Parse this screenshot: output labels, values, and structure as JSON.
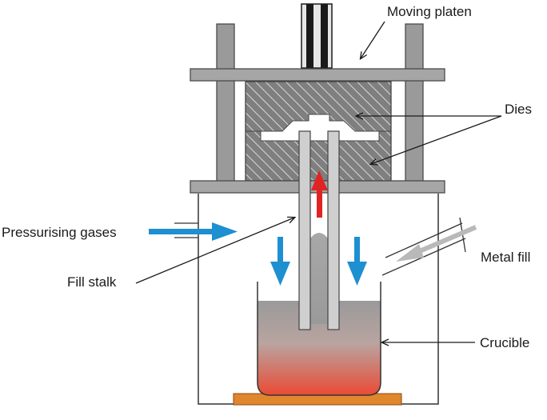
{
  "labels": {
    "moving_platen": "Moving platen",
    "dies": "Dies",
    "pressurising_gases": "Pressurising gases",
    "metal_fill": "Metal fill",
    "fill_stalk": "Fill stalk",
    "crucible": "Crucible"
  },
  "colors": {
    "frame": "#9a9a9a",
    "die": "#7c7c7c",
    "gas_arrow": "#1e8fd0",
    "rise_arrow": "#e02424",
    "metal_fill_arrow": "#b9b9b9",
    "heater": "#e0862c",
    "molten_top": "#9a9a9a",
    "molten_bottom": "#e8543a"
  }
}
